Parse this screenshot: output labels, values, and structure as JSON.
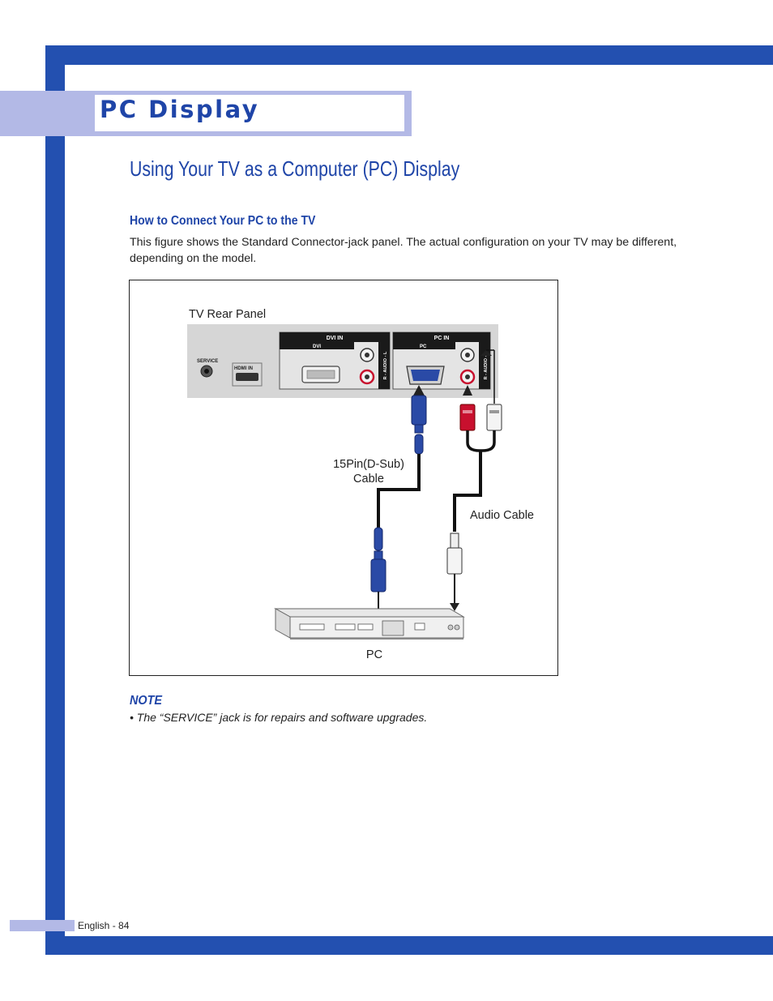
{
  "header": {
    "section_title": "PC Display"
  },
  "page": {
    "heading": "Using Your TV as a Computer (PC) Display",
    "subheading": "How to Connect Your PC to the TV",
    "intro": "This figure shows the Standard Connector-jack panel. The actual configuration on your TV may be different, depending on the model."
  },
  "figure": {
    "tv_rear_panel_label": "TV Rear Panel",
    "service_label": "SERVICE",
    "hdmi_in_label": "HDMI IN",
    "dvi_in_label": "DVI IN",
    "dvi_label": "DVI",
    "pc_in_label": "PC IN",
    "pc_port_label": "PC",
    "audio_port_label_1": "R - AUDIO - L",
    "audio_port_label_2": "R - AUDIO - L",
    "dsub_cable_label_line1": "15Pin(D-Sub)",
    "dsub_cable_label_line2": "Cable",
    "audio_cable_label": "Audio Cable",
    "pc_label": "PC"
  },
  "note": {
    "label": "NOTE",
    "text": "• The “SERVICE” jack is for repairs and software upgrades."
  },
  "footer": {
    "page_label": "English - 84"
  },
  "colors": {
    "brand_blue": "#2350b0",
    "tab_lavender": "#b3b9e6",
    "cable_blue": "#2a4aa6",
    "audio_red": "#c8102e"
  }
}
